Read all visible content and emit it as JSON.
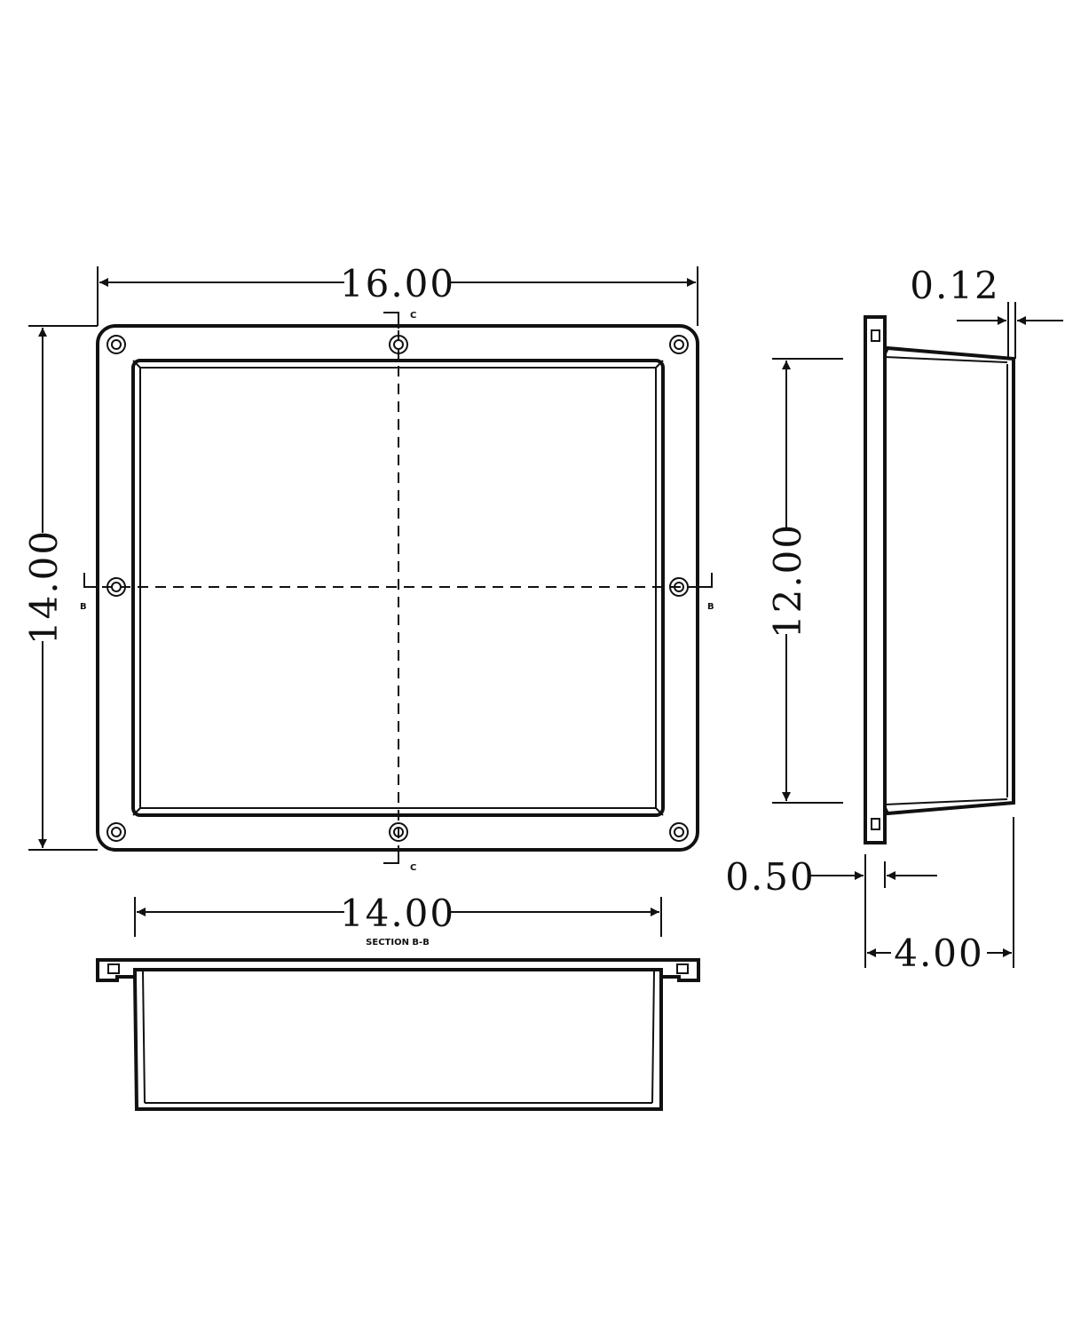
{
  "dimensions": {
    "front_width": "16.00",
    "front_height": "14.00",
    "side_height": "12.00",
    "flange_thickness": "0.12",
    "flange_depth": "0.50",
    "section_width": "14.00",
    "overall_depth": "4.00"
  },
  "section_markers": {
    "c_top": "C",
    "c_bottom": "C",
    "b_left": "B",
    "b_right": "B"
  },
  "section_caption": "SECTION B-B",
  "colors": {
    "line": "#111111",
    "background": "#ffffff"
  }
}
